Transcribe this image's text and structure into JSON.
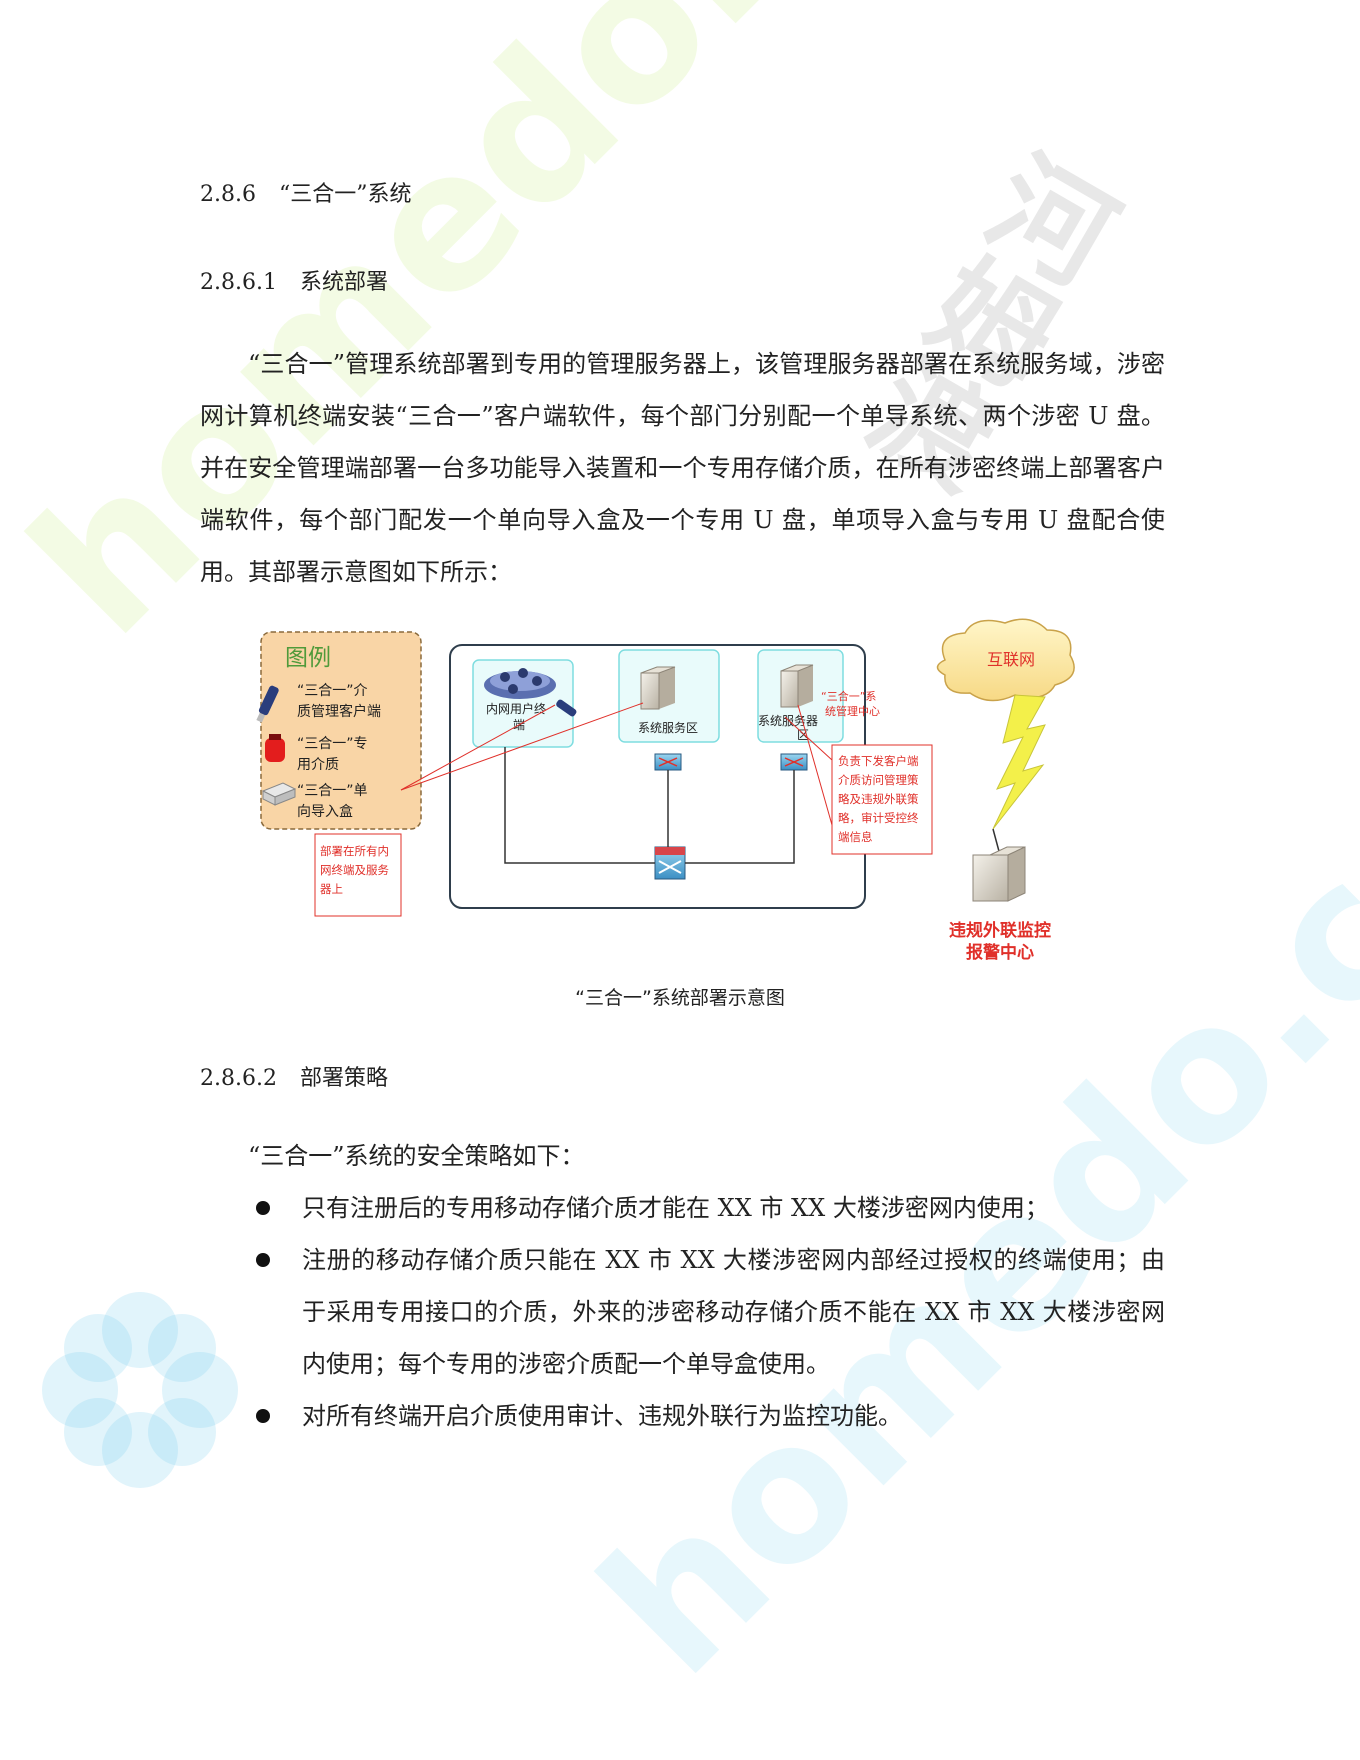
{
  "headings": {
    "h1": {
      "num": "2.8.6",
      "title": "“三合一”系统"
    },
    "h2": {
      "num": "2.8.6.1",
      "title": "系统部署"
    },
    "h3": {
      "num": "2.8.6.2",
      "title": "部署策略"
    }
  },
  "paragraph1": "“三合一”管理系统部署到专用的管理服务器上，该管理服务器部署在系统服务域，涉密网计算机终端安装“三合一”客户端软件，每个部门分别配一个单导系统、两个涉密 U 盘。并在安全管理端部署一台多功能导入装置和一个专用存储介质，在所有涉密终端上部署客户端软件，每个部门配发一个单向导入盒及一个专用 U 盘，单项导入盒与专用 U 盘配合使用。其部署示意图如下所示：",
  "diagram": {
    "legend_title": "图例",
    "legend_items": [
      {
        "icon": "usb-key-icon",
        "label_l1": "“三合一”介",
        "label_l2": "质管理客户端"
      },
      {
        "icon": "red-storage-icon",
        "label_l1": "“三合一”专",
        "label_l2": "用介质"
      },
      {
        "icon": "import-box-icon",
        "label_l1": "“三合一”单",
        "label_l2": "向导入盒"
      }
    ],
    "zone_users_l1": "内网用户终",
    "zone_users_l2": "端",
    "zone_sysserv": "系统服务区",
    "zone_server_l1": "系统服务器",
    "zone_server_l2": "区",
    "mgmt_center_l1": "“三合一”系",
    "mgmt_center_l2": "统管理中心",
    "note_left": [
      "部署在所有内",
      "网终端及服务",
      "器上"
    ],
    "note_right": [
      "负责下发客户端",
      "介质访问管理策",
      "略及违规外联策",
      "略，审计受控终",
      "端信息"
    ],
    "internet": "互联网",
    "alarm_l1": "违规外联监控",
    "alarm_l2": "报警中心",
    "colors": {
      "red": "#e0302a",
      "zone_fill": "#e9fbfb",
      "zone_border": "#7fdde0",
      "legend_fill": "#f9d5a6"
    }
  },
  "caption": "“三合一”系统部署示意图",
  "paragraph2": "“三合一”系统的安全策略如下：",
  "bullets": [
    "只有注册后的专用移动存储介质才能在 XX 市 XX 大楼涉密网内使用；",
    "注册的移动存储介质只能在 XX 市 XX 大楼涉密网内部经过授权的终端使用；由于采用专用接口的介质，外来的涉密移动存储介质不能在 XX 市 XX 大楼涉密网内使用；每个专用的涉密介质配一个单导盒使用。",
    "对所有终端开启介质使用审计、违规外联行为监控功能。"
  ],
  "watermark": {
    "site_a": "homedo.com",
    "site_b": "homedo.com",
    "brand": "河姆渡"
  }
}
